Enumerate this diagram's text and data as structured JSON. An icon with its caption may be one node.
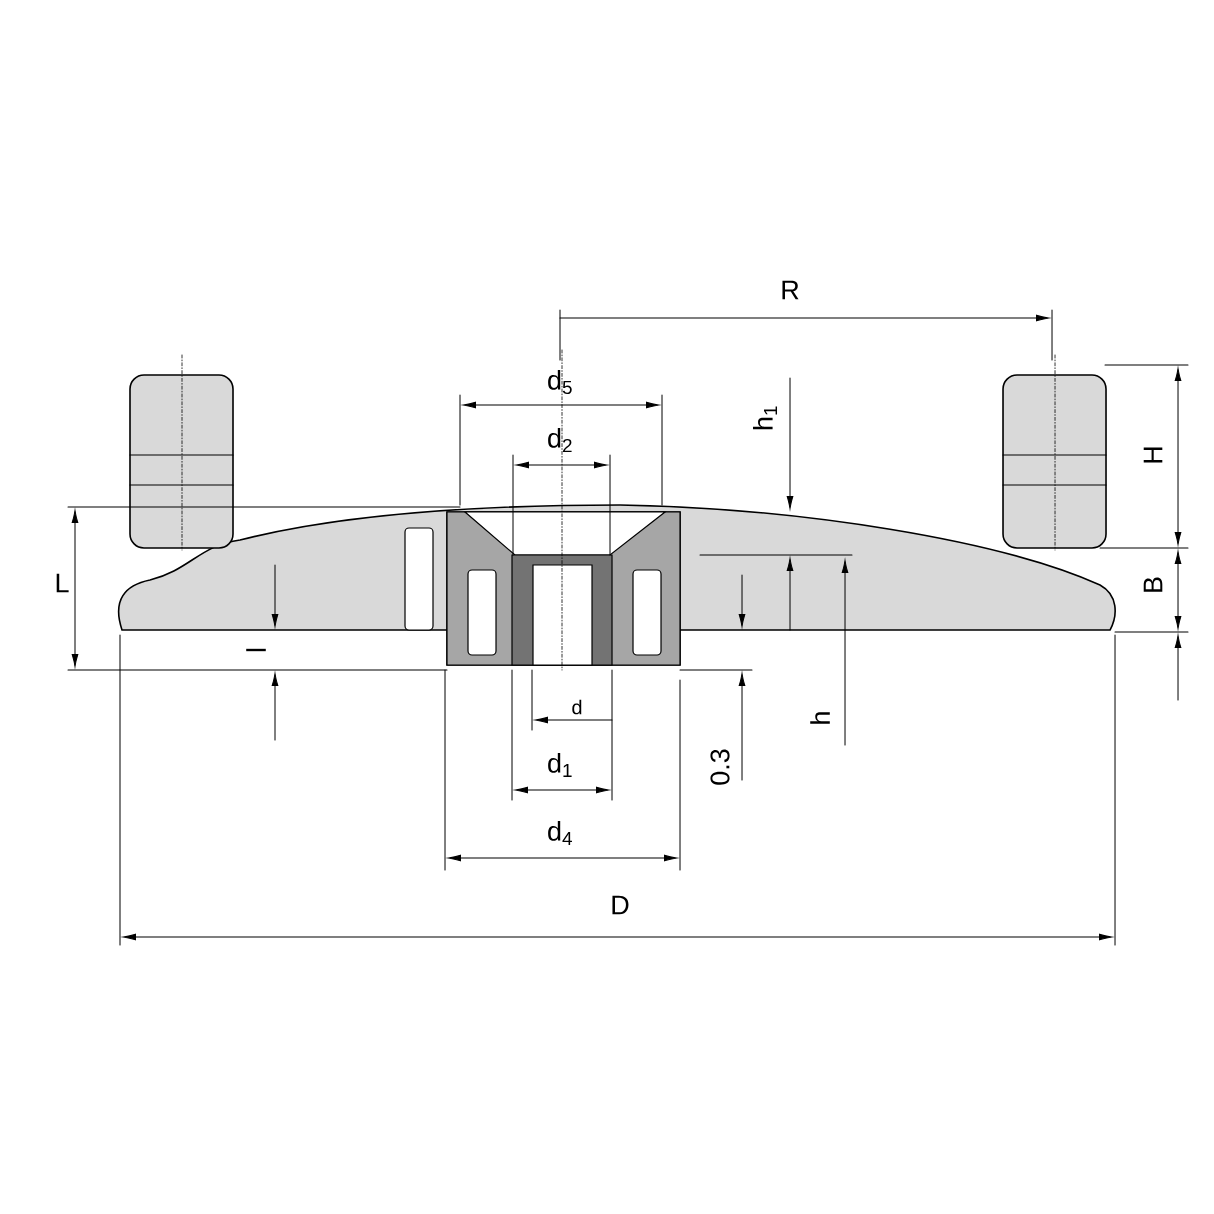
{
  "diagram": {
    "labels": [
      "R",
      "d$_{5}$",
      "d$_{2}$",
      "h$_{1}$",
      "H",
      "L",
      "B",
      "l",
      "d",
      "h",
      "d$_{1}$",
      "0.3",
      "d$_{4}$",
      "D"
    ]
  }
}
